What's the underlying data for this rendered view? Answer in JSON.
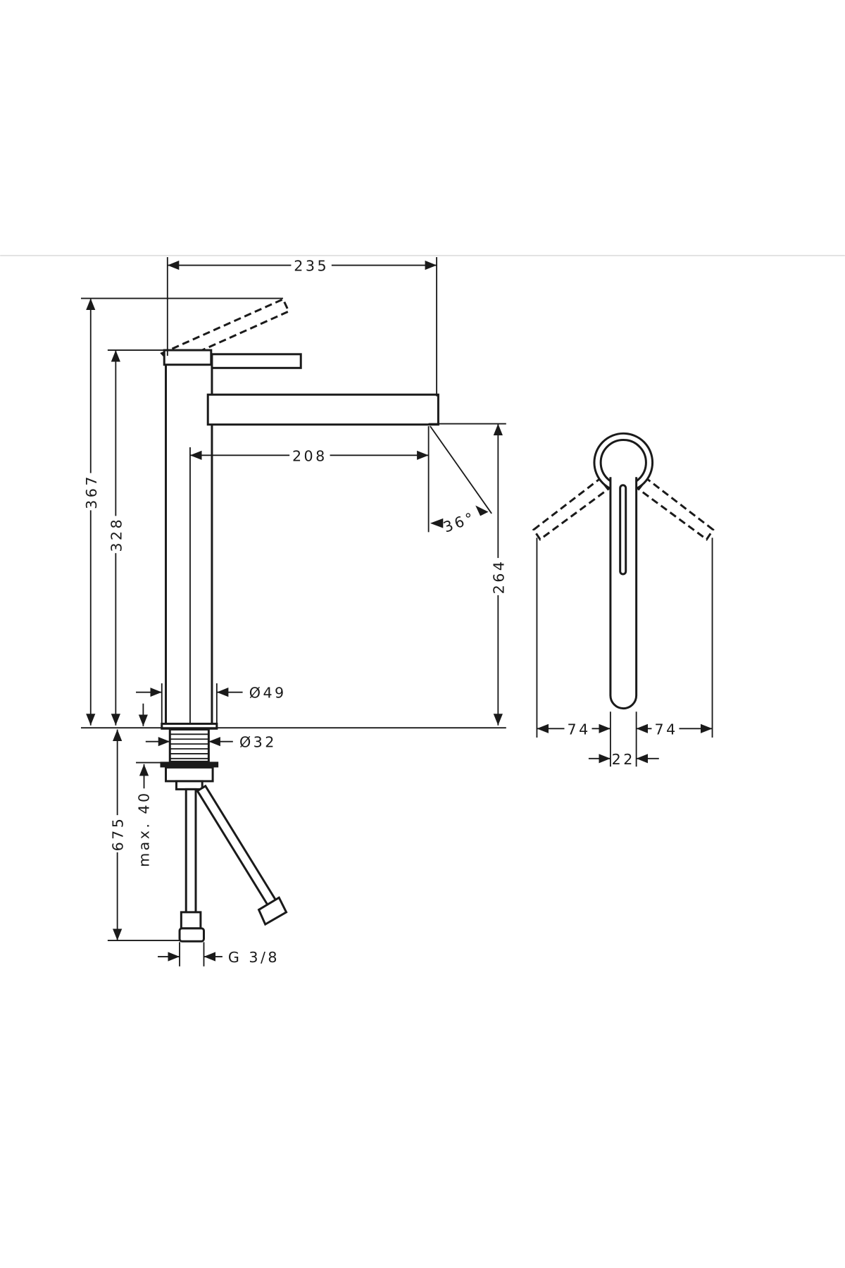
{
  "drawing": {
    "side_view": {
      "total_reach": "235",
      "spout_reach": "208",
      "total_height": "367",
      "body_height": "328",
      "spout_height": "264",
      "spout_angle": "36°",
      "body_diameter": "Ø49",
      "shank_diameter": "Ø32",
      "hose_length": "675",
      "max_deck_thickness": "max. 40",
      "connection_thread": "G 3/8"
    },
    "front_view": {
      "lever_swing_left": "74",
      "lever_swing_right": "74",
      "lever_width": "22"
    },
    "line_color": "#1a1a1a",
    "separator_color": "#dddddd"
  }
}
